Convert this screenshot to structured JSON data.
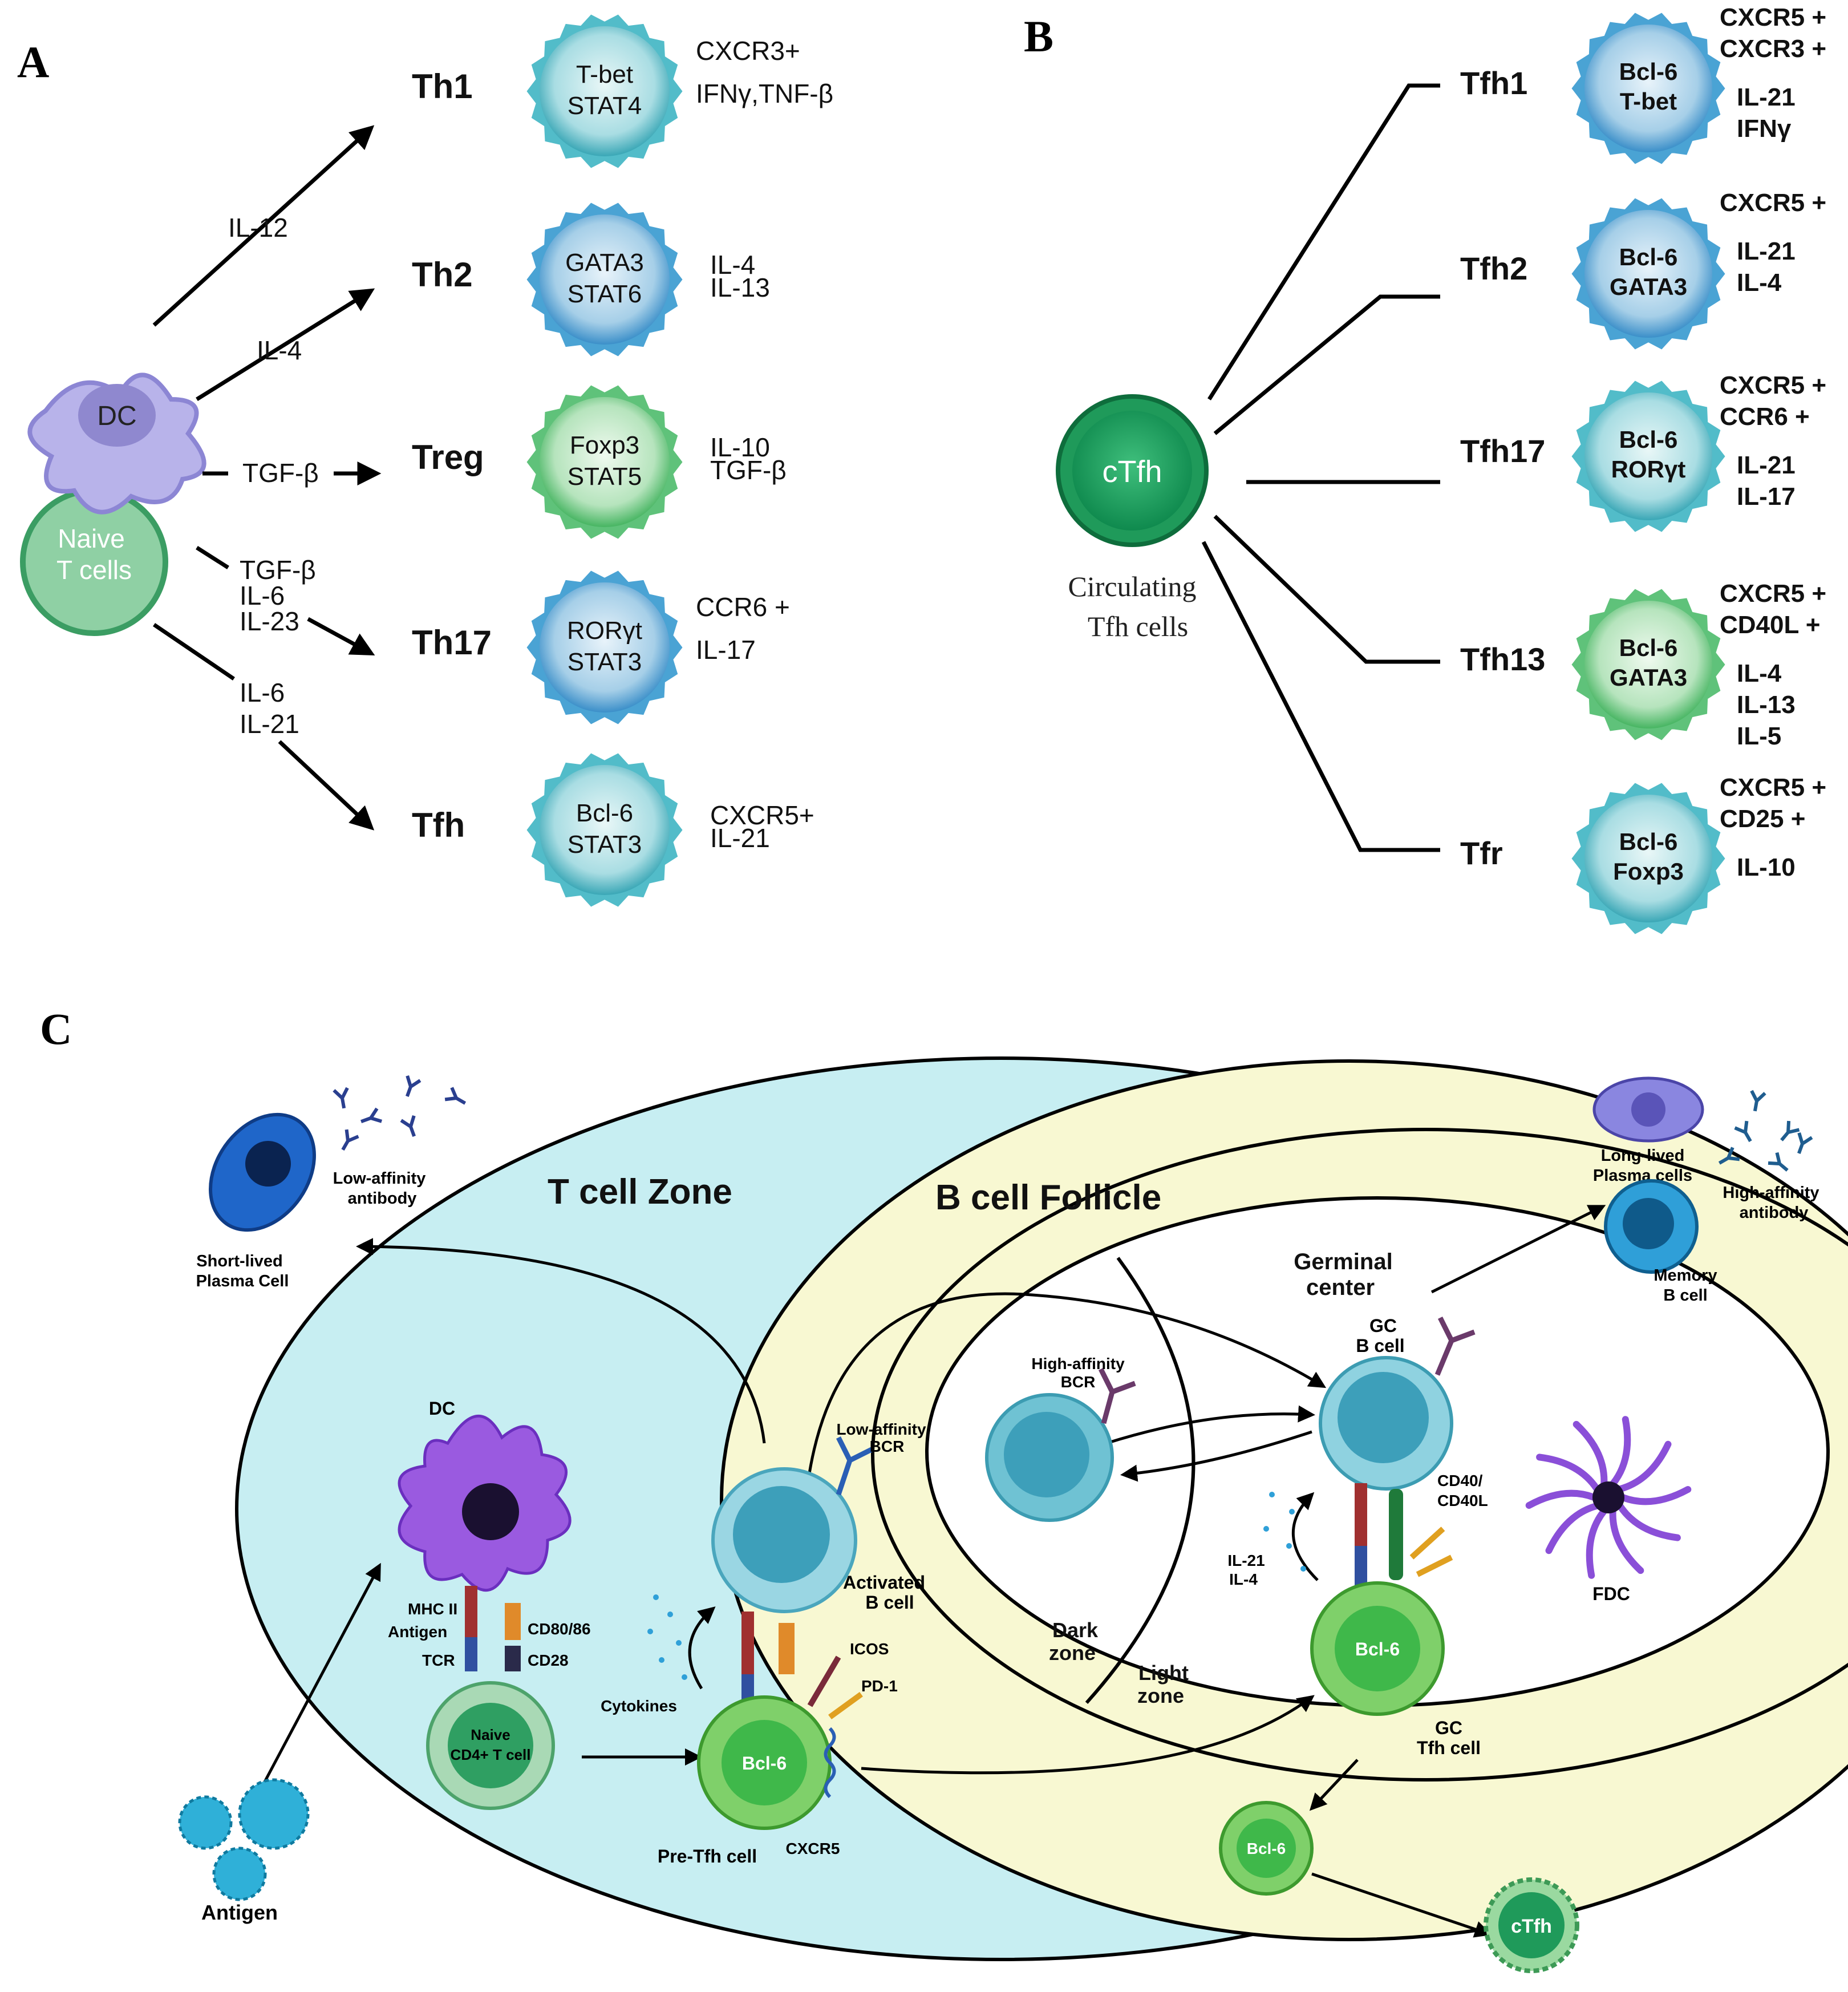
{
  "panel_a": {
    "letter": "A",
    "dc_label": "DC",
    "naive_label_1": "Naive",
    "naive_label_2": "T cells",
    "arrow_labels": {
      "th1": [
        "IL-12"
      ],
      "th2": [
        "IL-4"
      ],
      "treg": [
        "TGF-β"
      ],
      "th17": [
        "TGF-β",
        "IL-6",
        "IL-23"
      ],
      "tfh": [
        "IL-6",
        "IL-21"
      ]
    },
    "subsets": [
      {
        "key": "th1",
        "name": "Th1",
        "tf": [
          "T-bet",
          "STAT4"
        ],
        "markers": [
          "CXCR3+",
          "IFNγ,TNF-β"
        ],
        "color": "#52bcc9"
      },
      {
        "key": "th2",
        "name": "Th2",
        "tf": [
          "GATA3",
          "STAT6"
        ],
        "markers": [
          "IL-4",
          "IL-13"
        ],
        "color": "#4aa3d4"
      },
      {
        "key": "treg",
        "name": "Treg",
        "tf": [
          "Foxp3",
          "STAT5"
        ],
        "markers": [
          "IL-10",
          "TGF-β"
        ],
        "color": "#5fc27a"
      },
      {
        "key": "th17",
        "name": "Th17",
        "tf": [
          "RORγt",
          "STAT3"
        ],
        "markers": [
          "CCR6 +",
          "IL-17"
        ],
        "color": "#4aa3d4"
      },
      {
        "key": "tfh",
        "name": "Tfh",
        "tf": [
          "Bcl-6",
          "STAT3"
        ],
        "markers": [
          "CXCR5+",
          "IL-21"
        ],
        "color": "#52bcc9"
      }
    ]
  },
  "panel_b": {
    "letter": "B",
    "ctfh_label": "cTfh",
    "caption_1": "Circulating",
    "caption_2": "Tfh cells",
    "subsets": [
      {
        "key": "tfh1",
        "name": "Tfh1",
        "tf": [
          "Bcl-6",
          "T-bet"
        ],
        "markers": [
          "CXCR5 +",
          "CXCR3 +",
          "IL-21",
          "IFNγ"
        ],
        "color": "#4aa3d4"
      },
      {
        "key": "tfh2",
        "name": "Tfh2",
        "tf": [
          "Bcl-6",
          "GATA3"
        ],
        "markers": [
          "CXCR5 +",
          "IL-21",
          "IL-4"
        ],
        "color": "#4aa3d4"
      },
      {
        "key": "tfh17",
        "name": "Tfh17",
        "tf": [
          "Bcl-6",
          "RORγt"
        ],
        "markers": [
          "CXCR5 +",
          "CCR6 +",
          "IL-21",
          "IL-17"
        ],
        "color": "#52bcc9"
      },
      {
        "key": "tfh13",
        "name": "Tfh13",
        "tf": [
          "Bcl-6",
          "GATA3"
        ],
        "markers": [
          "CXCR5 +",
          "CD40L +",
          "IL-4",
          "IL-13",
          "IL-5"
        ],
        "color": "#5fc27a"
      },
      {
        "key": "tfr",
        "name": "Tfr",
        "tf": [
          "Bcl-6",
          "Foxp3"
        ],
        "markers": [
          "CXCR5 +",
          "CD25 +",
          "IL-10"
        ],
        "color": "#52bcc9"
      }
    ]
  },
  "panel_c": {
    "letter": "C",
    "t_zone": "T cell Zone",
    "b_follicle": "B cell Follicle",
    "germinal_center_1": "Germinal",
    "germinal_center_2": "center",
    "dark_zone_1": "Dark",
    "dark_zone_2": "zone",
    "light_zone_1": "Light",
    "light_zone_2": "zone",
    "short_lived_1": "Short-lived",
    "short_lived_2": "Plasma Cell",
    "low_aff_ab_1": "Low-affinity",
    "low_aff_ab_2": "antibody",
    "long_lived_1": "Long-lived",
    "long_lived_2": "Plasma cells",
    "high_aff_ab_1": "High-affinity",
    "high_aff_ab_2": "antibody",
    "memory_1": "Memory",
    "memory_2": "B cell",
    "dc": "DC",
    "mhc": "MHC II",
    "antigen_small": "Antigen",
    "tcr": "TCR",
    "cd80": "CD80/86",
    "cd28": "CD28",
    "naive_1": "Naive",
    "naive_2": "CD4+ T cell",
    "antigen": "Antigen",
    "cytokines": "Cytokines",
    "low_aff_bcr_1": "Low-affinity",
    "low_aff_bcr_2": "BCR",
    "activated_1": "Activated",
    "activated_2": "B cell",
    "icos": "ICOS",
    "pd1": "PD-1",
    "bcl6": "Bcl-6",
    "pretfh": "Pre-Tfh cell",
    "cxcr5": "CXCR5",
    "high_aff_bcr_1": "High-affinity",
    "high_aff_bcr_2": "BCR",
    "gc_b_1": "GC",
    "gc_b_2": "B cell",
    "cd40_1": "CD40/",
    "cd40_2": "CD40L",
    "il21": "IL-21",
    "il4": "IL-4",
    "gc_tfh_1": "GC",
    "gc_tfh_2": "Tfh cell",
    "fdc": "FDC",
    "ctfh": "cTfh"
  }
}
